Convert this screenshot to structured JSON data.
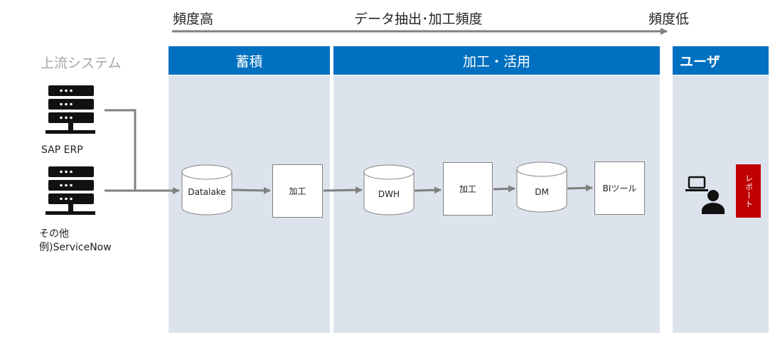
{
  "frequency": {
    "high": "頻度高",
    "title": "データ抽出･加工頻度",
    "low": "頻度低"
  },
  "sources": {
    "title": "上流システム",
    "sap_label": "SAP ERP",
    "other_line1": "その他",
    "other_line2": "例)ServiceNow"
  },
  "sections": {
    "accumulation": "蓄積",
    "processing": "加工・活用",
    "user": "ユーザ"
  },
  "nodes": {
    "datalake": "Datalake",
    "process1": "加工",
    "dwh": "DWH",
    "process2": "加工",
    "dm": "DM",
    "bi": "BIツール"
  },
  "user": {
    "report": "レポート"
  },
  "colors": {
    "header_blue": "#0070c0",
    "panel_bg": "#dde3ec",
    "arrow_gray": "#808080",
    "report_red": "#c00000"
  }
}
